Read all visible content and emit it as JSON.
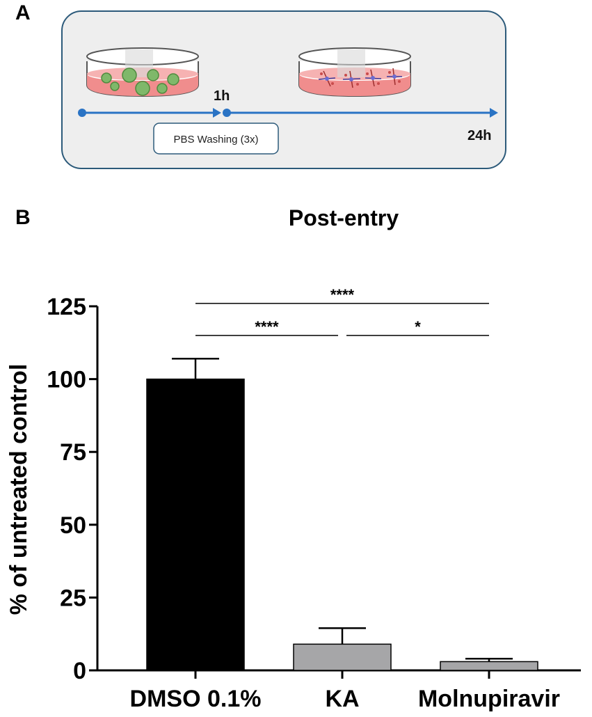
{
  "panel_a": {
    "letter": "A",
    "time_1": "1h",
    "time_2": "24h",
    "wash_label": "PBS Washing (3x)",
    "colors": {
      "box_fill": "#eeeeee",
      "box_stroke": "#2c5a7a",
      "arrow": "#2a73c4",
      "medium": "#f08d8d",
      "virus": "#7fb86a"
    }
  },
  "panel_b": {
    "letter": "B"
  },
  "chart_data": {
    "type": "bar",
    "title": "Post-entry",
    "xlabel": "",
    "ylabel": "% of untreated control",
    "ylim": [
      0,
      125
    ],
    "yticks": [
      0,
      25,
      50,
      75,
      100,
      125
    ],
    "categories": [
      "DMSO 0.1%",
      "KA",
      "Molnupiravir"
    ],
    "series": [
      {
        "values": [
          100,
          9,
          3
        ],
        "errors": [
          7,
          5.5,
          1
        ]
      }
    ],
    "bar_colors": [
      "#000000",
      "#a6a6a8",
      "#a6a6a8"
    ],
    "significance": [
      {
        "from": 0,
        "to": 2,
        "label": "****",
        "y": 126
      },
      {
        "from": 0,
        "to": 1,
        "label": "****",
        "y": 115
      },
      {
        "from": 1,
        "to": 2,
        "label": "*",
        "y": 115
      }
    ]
  }
}
